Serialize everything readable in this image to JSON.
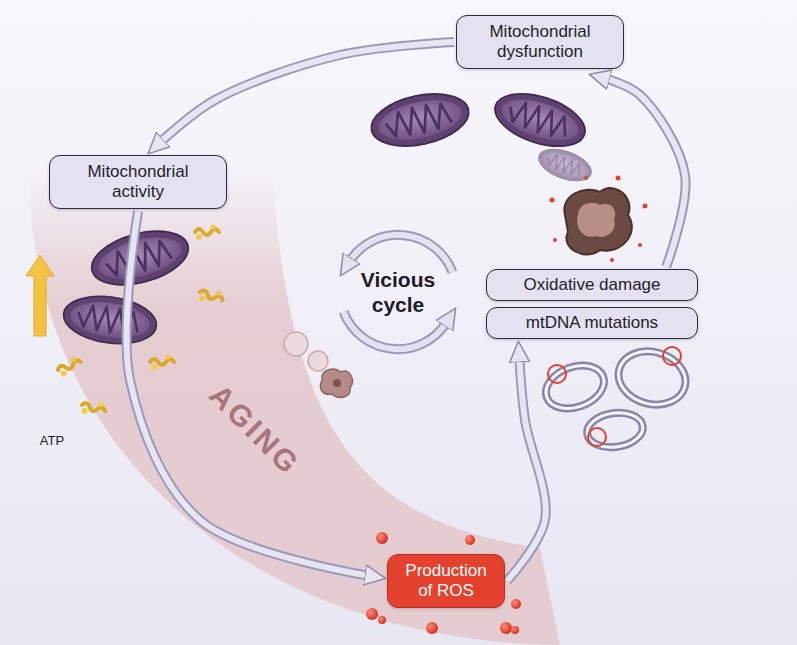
{
  "diagram": {
    "nodes": [
      {
        "text": [
          "Mitochondrial dysfunction"
        ]
      },
      {
        "text": [
          "Mitochondrial activity"
        ]
      },
      {
        "text": [
          "Production of ROS"
        ]
      },
      {
        "text": [
          "Oxidative damage"
        ]
      },
      {
        "text": [
          "mtDNA mutations"
        ]
      }
    ],
    "edges": [
      {
        "from": 0,
        "to": 1,
        "arrow": "to"
      },
      {
        "from": 1,
        "to": 2,
        "arrow": "to"
      },
      {
        "from": 2,
        "to": 4,
        "arrow": "to"
      },
      {
        "from": 3,
        "to": 0,
        "arrow": "to"
      }
    ],
    "labels": [
      "Vicious cycle",
      "AGING",
      "ATP"
    ]
  }
}
